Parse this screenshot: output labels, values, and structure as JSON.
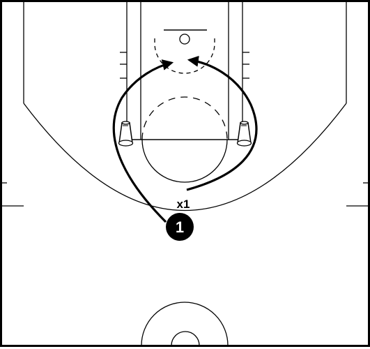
{
  "colors": {
    "court_lines": "#000000",
    "background": "#ffffff",
    "player_fill": "#000000",
    "player_text": "#ffffff"
  },
  "defender": {
    "label": "x1"
  },
  "offense": {
    "label": "1"
  },
  "cones": [
    {
      "name": "left-cone"
    },
    {
      "name": "right-cone"
    }
  ]
}
